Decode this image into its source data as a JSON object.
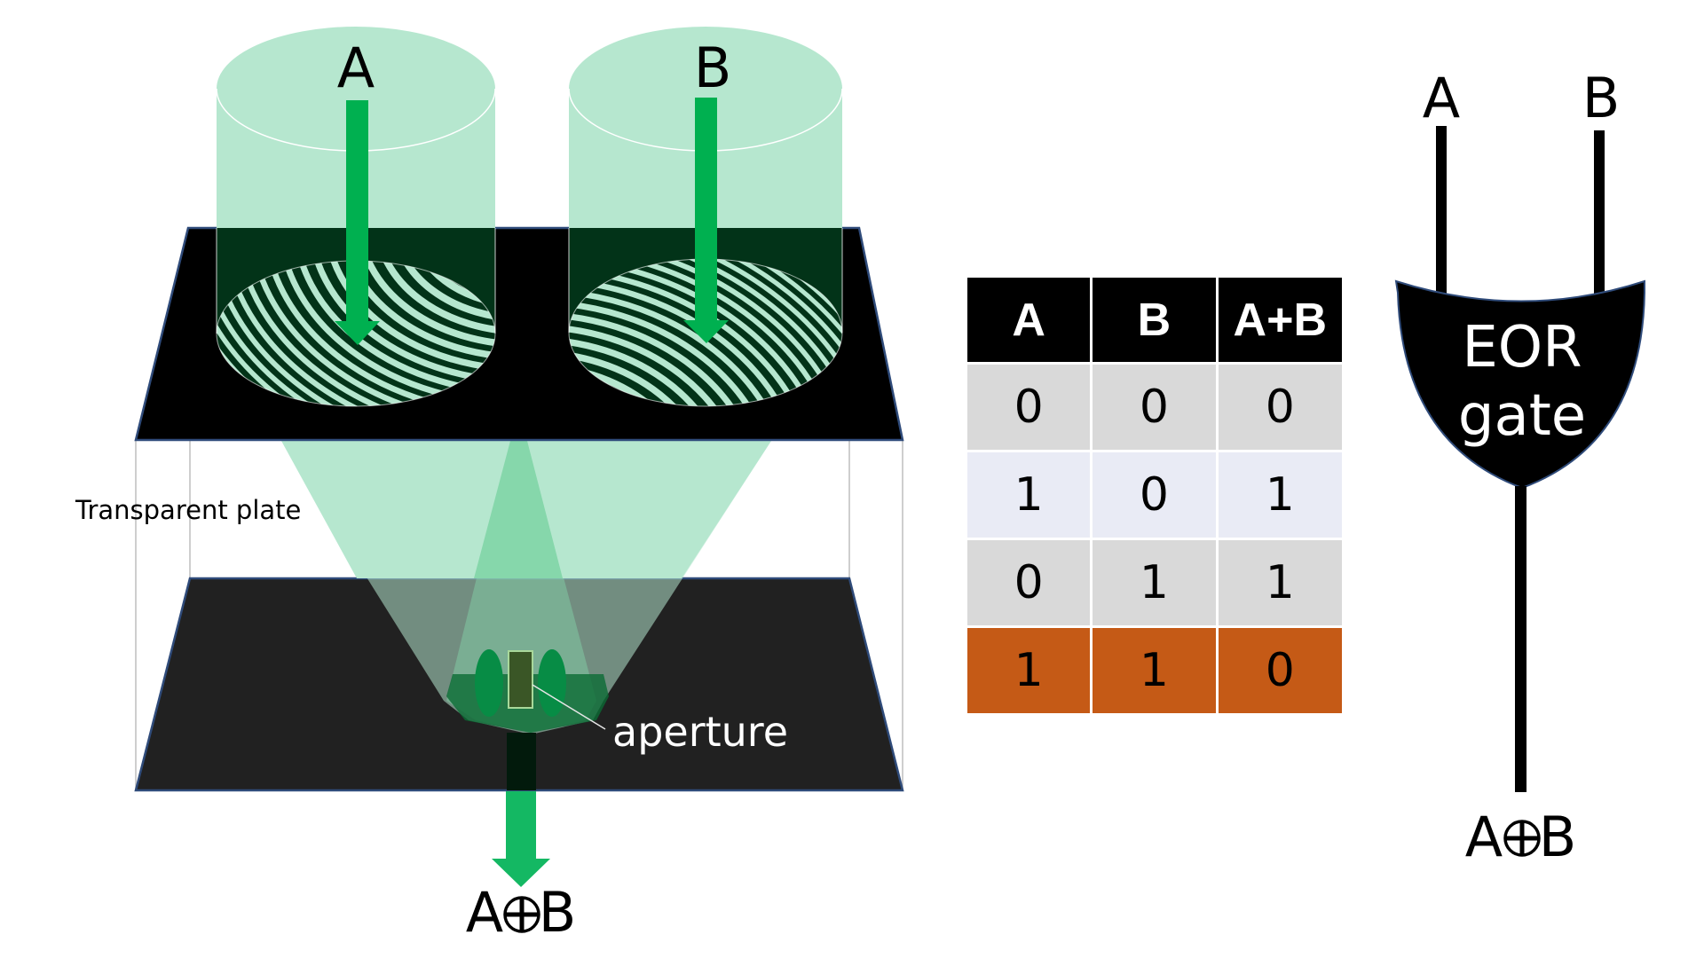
{
  "colors": {
    "beam_light": "#b6e7cf",
    "beam_mid": "#86d7ab",
    "arrow_green": "#00b050",
    "output_arrow_green": "#14b863",
    "plate_top": "#000000",
    "plate_bottom": "#212121",
    "plate_under_beam": "#023318",
    "plate_border": "#2f4b7a",
    "highlight_row": "#c55a16",
    "row_gray": "#d9d9d9",
    "row_lavender": "#e9ebf5"
  },
  "left_diagram": {
    "input_a_label": "A",
    "input_b_label": "B",
    "plate_label": "Transparent plate",
    "aperture_label": "aperture",
    "output_label_left": "A",
    "output_label_symbol": "⊕",
    "output_label_right": "B"
  },
  "truth_table": {
    "headers": [
      "A",
      "B",
      "A+B"
    ],
    "rows": [
      [
        "0",
        "0",
        "0"
      ],
      [
        "1",
        "0",
        "1"
      ],
      [
        "0",
        "1",
        "1"
      ],
      [
        "1",
        "1",
        "0"
      ]
    ],
    "highlighted_row": 3
  },
  "gate": {
    "input_a_label": "A",
    "input_b_label": "B",
    "title_line1": "EOR",
    "title_line2": "gate",
    "output_label_left": "A",
    "output_label_symbol": "⊕",
    "output_label_right": "B"
  }
}
